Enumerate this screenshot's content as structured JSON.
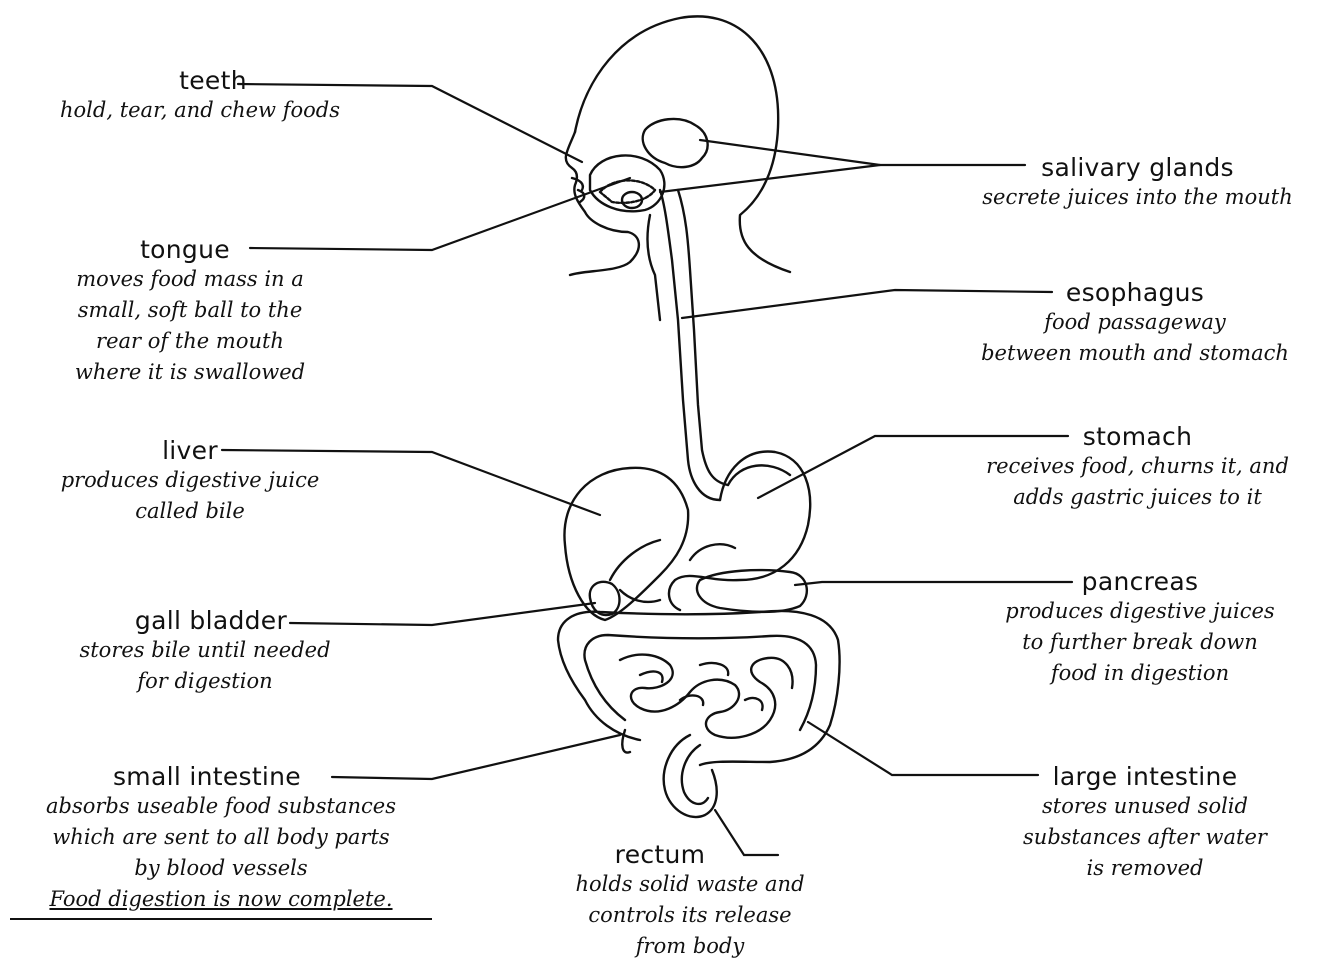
{
  "labels": {
    "teeth": {
      "name": "teeth",
      "desc": [
        "hold, tear, and chew foods"
      ]
    },
    "tongue": {
      "name": "tongue",
      "desc": [
        "moves food mass in a",
        "small, soft ball to the",
        "rear of the mouth",
        "where it is swallowed"
      ]
    },
    "liver": {
      "name": "liver",
      "desc": [
        "produces digestive juice",
        "called bile"
      ]
    },
    "gall_bladder": {
      "name": "gall bladder",
      "desc": [
        "stores bile until needed",
        "for digestion"
      ]
    },
    "small_intestine": {
      "name": "small intestine",
      "desc": [
        "absorbs useable food substances",
        "which are sent to all body parts",
        "by blood vessels"
      ],
      "conclusion": "Food digestion is now complete."
    },
    "rectum": {
      "name": "rectum",
      "desc": [
        "holds solid waste and",
        "controls its release",
        "from body"
      ]
    },
    "salivary_glands": {
      "name": "salivary glands",
      "desc": [
        "secrete juices into the mouth"
      ]
    },
    "esophagus": {
      "name": "esophagus",
      "desc": [
        "food passageway",
        "between mouth and stomach"
      ]
    },
    "stomach": {
      "name": "stomach",
      "desc": [
        "receives food, churns it, and",
        "adds gastric juices to it"
      ]
    },
    "pancreas": {
      "name": "pancreas",
      "desc": [
        "produces digestive juices",
        "to further break down",
        "food in digestion"
      ]
    },
    "large_intestine": {
      "name": "large intestine",
      "desc": [
        "stores unused solid",
        "substances after water",
        "is removed"
      ]
    }
  },
  "colors": {
    "ink": "#111111",
    "background": "#ffffff"
  }
}
